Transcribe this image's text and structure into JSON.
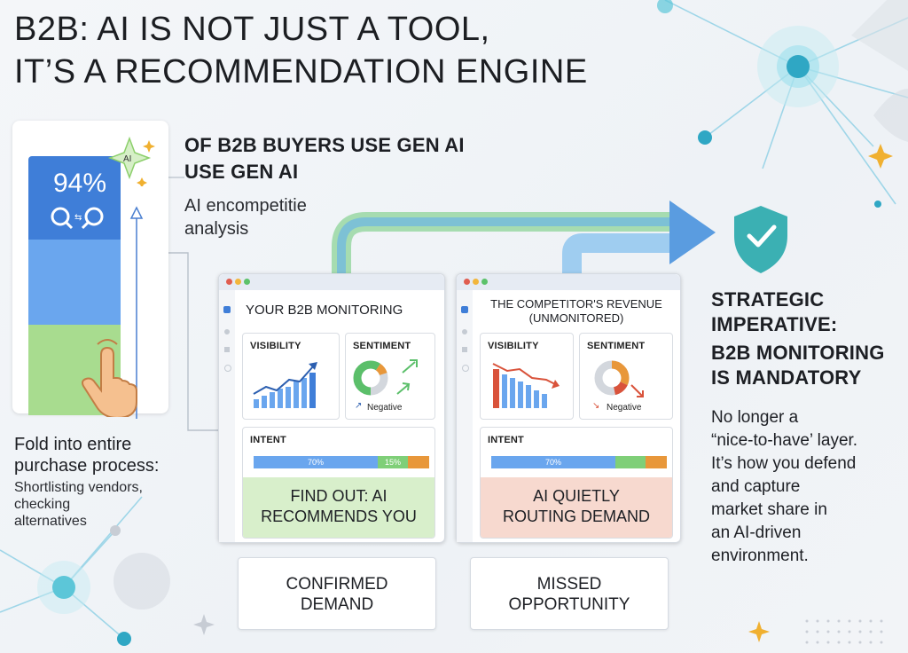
{
  "title": {
    "line1": "B2B: AI IS NOT JUST A TOOL,",
    "line2": "IT’S A RECOMMENDATION ENGINE"
  },
  "stat": {
    "percent": "94%",
    "ai_badge": "AI",
    "heading_line1": "OF B2B BUYERS USE GEN AI",
    "heading_line2": "USE GEN AI",
    "sub_line1": "AI encompetitie",
    "sub_line2": "analysis"
  },
  "fold": {
    "line1": "Fold into entire",
    "line2": "purchase process:",
    "small1": "Shortlisting vendors,",
    "small2": "checking",
    "small3": "alternatives"
  },
  "panel_left": {
    "title": "YOUR B2B MONITORING",
    "visibility": "VISIBILITY",
    "sentiment": "SENTIMENT",
    "negative": "Negative",
    "intent": "INTENT",
    "bar1": "70%",
    "bar2": "15%",
    "cta_line1": "FIND OUT: AI",
    "cta_line2": "RECOMMENDS YOU",
    "result_line1": "CONFIRMED",
    "result_line2": "DEMAND"
  },
  "panel_right": {
    "title_line1": "THE COMPETITOR'S REVENUE",
    "title_line2": "(UNMONITORED)",
    "visibility": "VISIBILITY",
    "sentiment": "SENTIMENT",
    "negative": "Negative",
    "intent": "INTENT",
    "bar1": "70%",
    "cta_line1": "AI QUIETLY",
    "cta_line2": "ROUTING DEMAND",
    "result_line1": "MISSED",
    "result_line2": "OPPORTUNITY"
  },
  "strategic": {
    "h1": "STRATEGIC",
    "h2": "IMPERATIVE:",
    "h3": "B2B MONITORING",
    "h4": "IS MANDATORY",
    "p1": "No longer a",
    "p2": "“nice-to-have’ layer.",
    "p3": "It’s how you defend",
    "p4": "and capture",
    "p5": "market share in",
    "p6": "an AI-driven",
    "p7": "environment."
  },
  "colors": {
    "blue": "#3f7ed8",
    "light_blue": "#6aa6ee",
    "green": "#a8dc8f",
    "teal": "#3fb3b0",
    "orange": "#e8973a",
    "red": "#d9533b",
    "cta_green_bg": "#d8efcb",
    "cta_red_bg": "#f7d9cf"
  }
}
